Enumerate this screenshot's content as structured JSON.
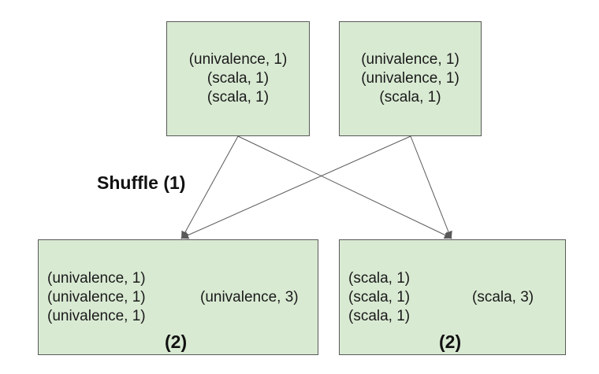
{
  "mappers": [
    {
      "lines": [
        "(univalence, 1)",
        "(scala, 1)",
        "(scala, 1)"
      ]
    },
    {
      "lines": [
        "(univalence, 1)",
        "(univalence, 1)",
        "(scala, 1)"
      ]
    }
  ],
  "shuffle_label": "Shuffle (1)",
  "reducers": [
    {
      "inputs": [
        "(univalence, 1)",
        "(univalence, 1)",
        "(univalence, 1)"
      ],
      "result": "(univalence, 3)",
      "step_label": "(2)"
    },
    {
      "inputs": [
        "(scala, 1)",
        "(scala, 1)",
        "(scala, 1)"
      ],
      "result": "(scala, 3)",
      "step_label": "(2)"
    }
  ],
  "colors": {
    "box_fill": "#d9ead3",
    "box_border": "#595959",
    "arrow": "#595959"
  }
}
